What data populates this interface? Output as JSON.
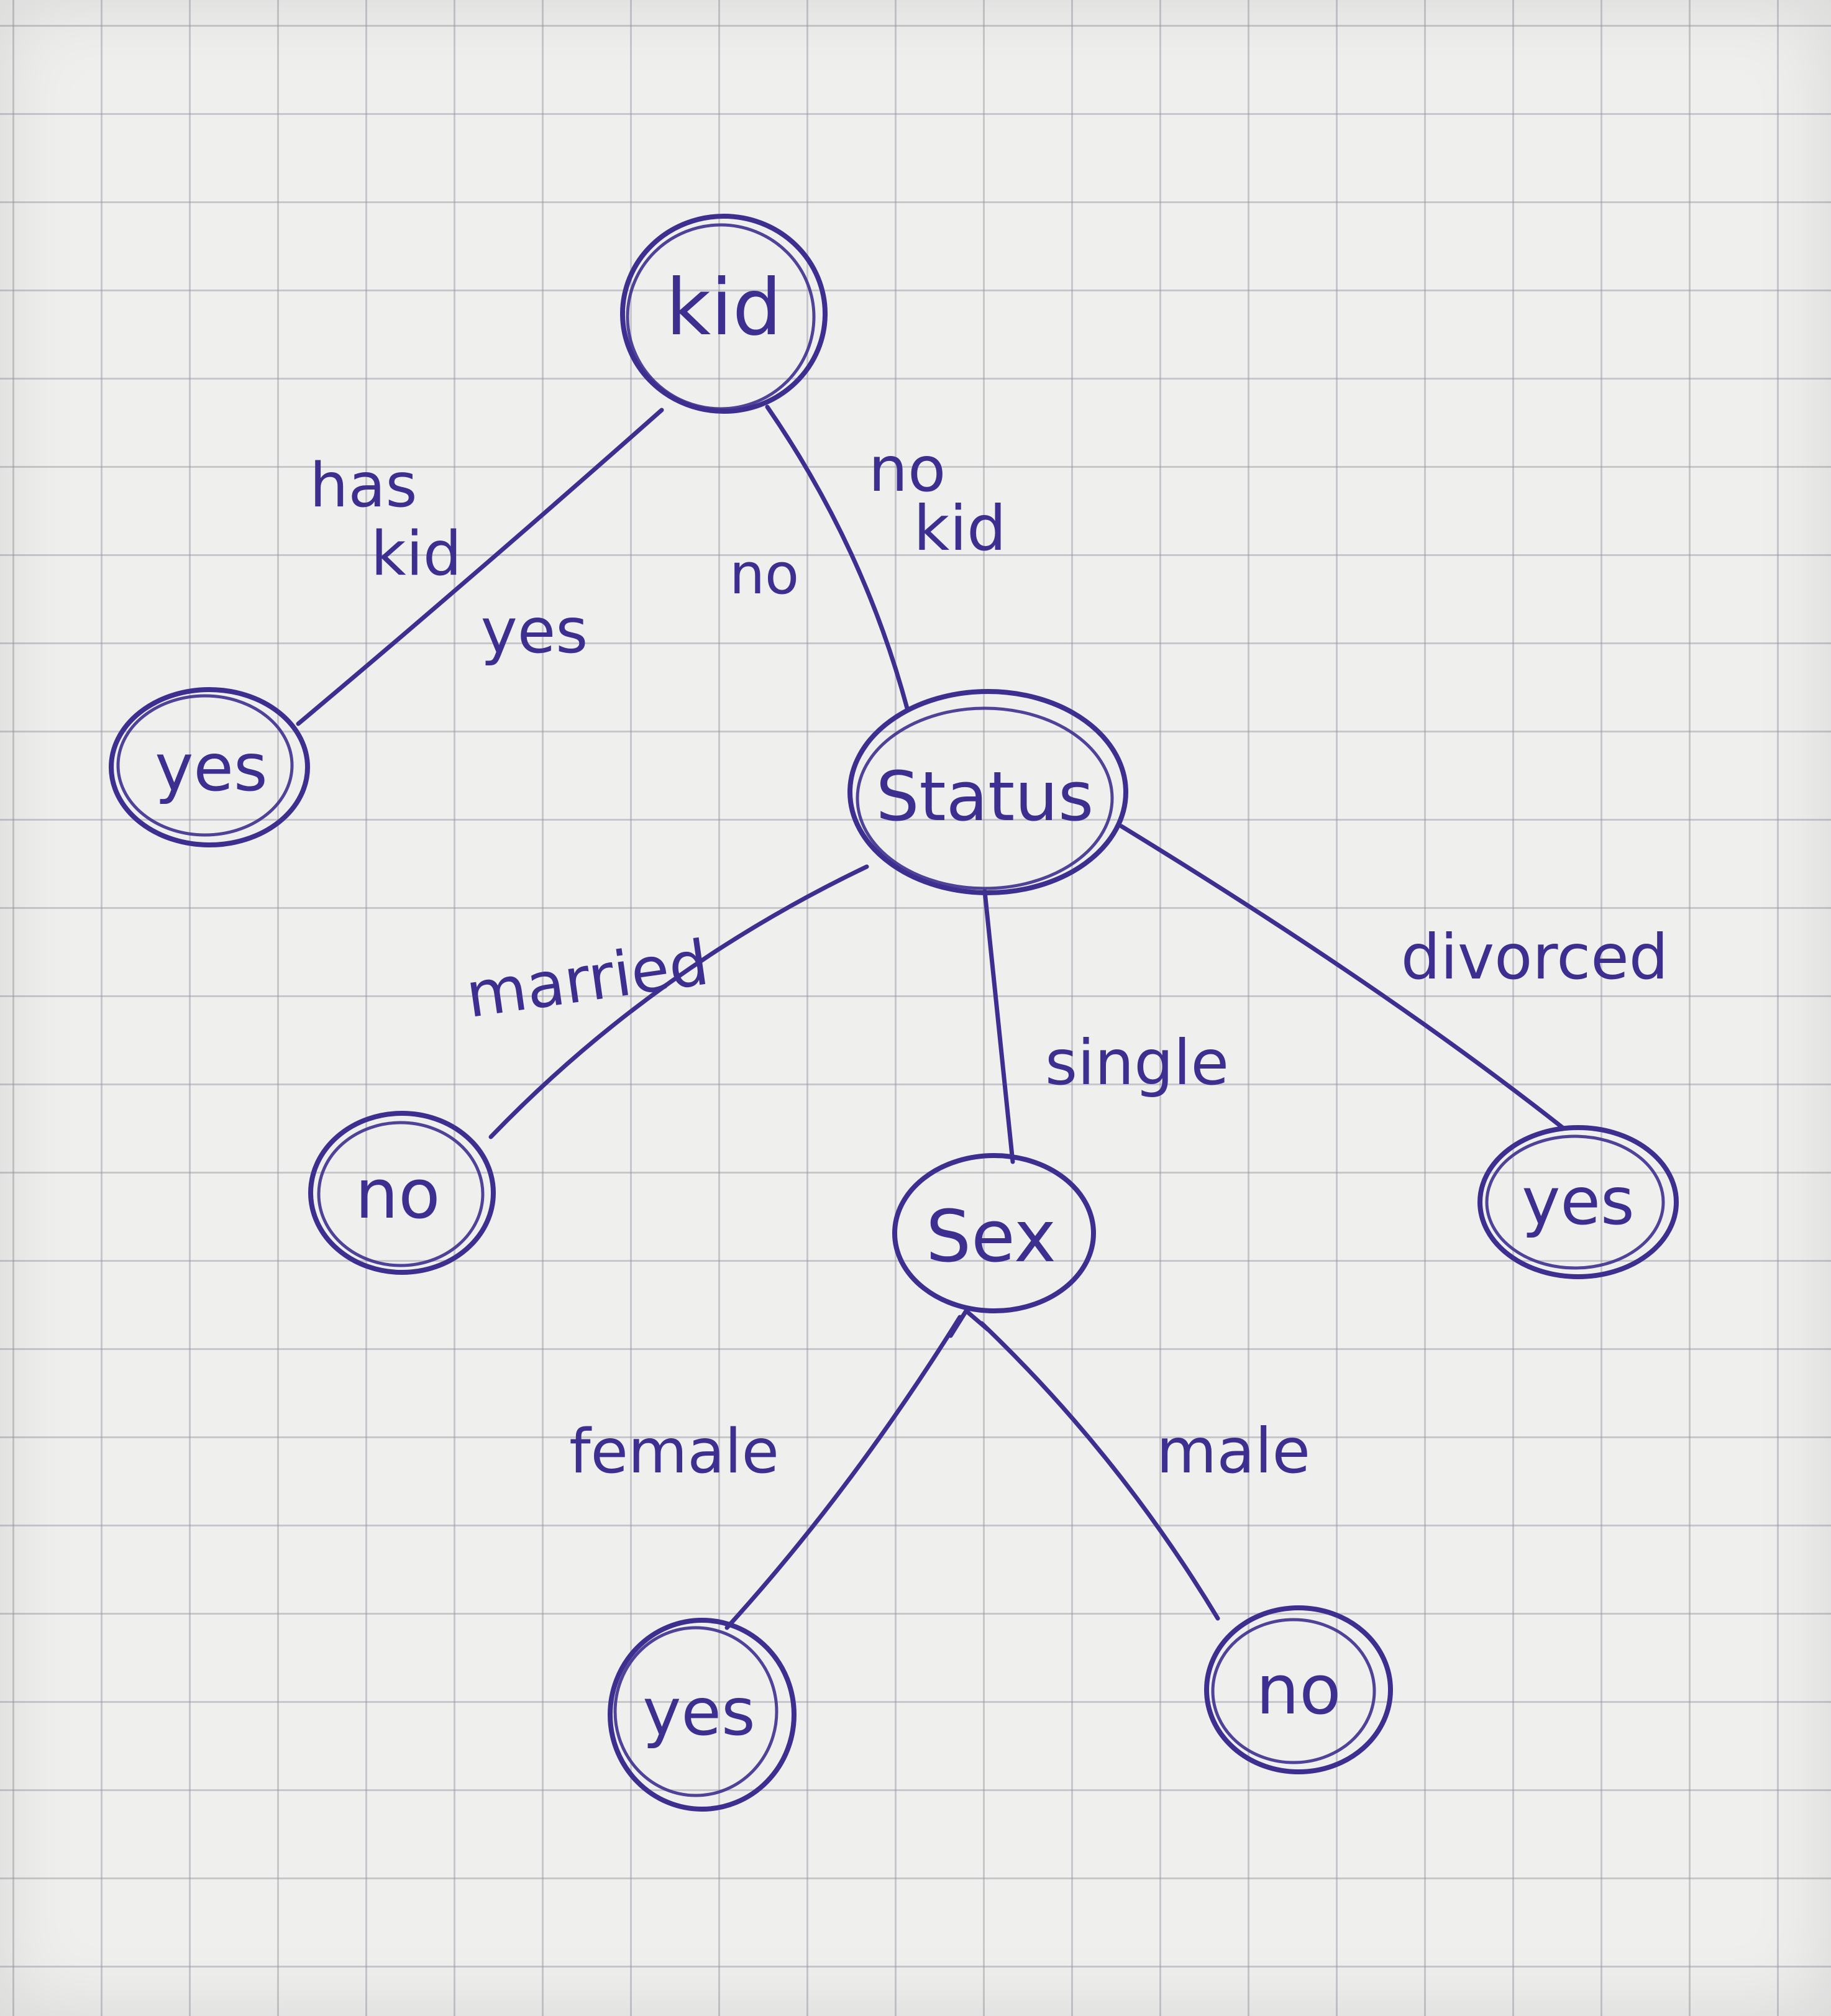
{
  "ink_color": "#3d2f8f",
  "paper_color": "#efefee",
  "nodes": {
    "kid": "kid",
    "yes_left": "yes",
    "status": "Status",
    "no_married": "no",
    "sex": "Sex",
    "yes_divorced": "yes",
    "yes_female": "yes",
    "no_male": "no"
  },
  "edges": {
    "has_kid_line1": "has",
    "has_kid_line2": "kid",
    "has_kid_yes": "yes",
    "no_kid_line1": "no",
    "no_kid_line2": "kid",
    "no_kid_no": "no",
    "married": "married",
    "single": "single",
    "divorced": "divorced",
    "female": "female",
    "male": "male"
  }
}
